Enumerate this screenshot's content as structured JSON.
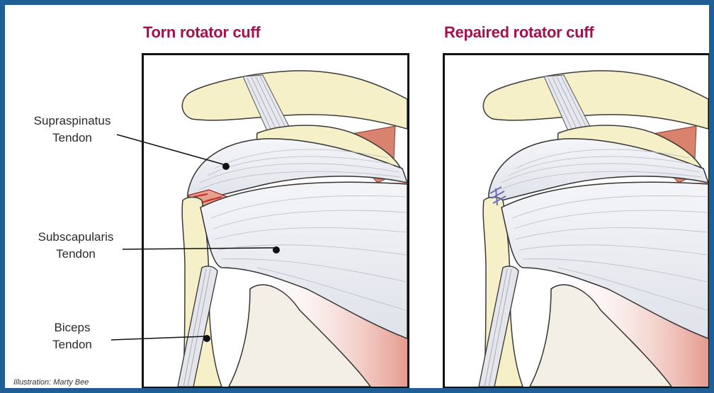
{
  "titles": {
    "torn": "Torn rotator cuff",
    "repaired": "Repaired rotator cuff"
  },
  "labels": {
    "supraspinatus": [
      "Supraspinatus",
      "Tendon"
    ],
    "subscapularis": [
      "Subscapularis",
      "Tendon"
    ],
    "biceps": [
      "Biceps",
      "Tendon"
    ]
  },
  "credit": "Illustration: Marty Bee",
  "colors": {
    "frame": "#1f5f96",
    "title": "#a3124f",
    "bone": "#f6f0c8",
    "tendon": "#eef0f4",
    "muscle": "#d9826e",
    "tear": "#cc2a2a",
    "suture": "#6b6fb8"
  }
}
